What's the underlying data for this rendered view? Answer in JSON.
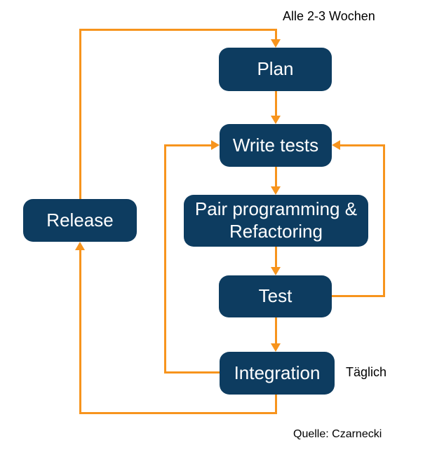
{
  "diagram": {
    "type": "flowchart",
    "nodes": [
      {
        "id": "plan",
        "label": "Plan"
      },
      {
        "id": "write-tests",
        "label": "Write tests"
      },
      {
        "id": "pair",
        "label": "Pair programming & Refactoring"
      },
      {
        "id": "test",
        "label": "Test"
      },
      {
        "id": "integration",
        "label": "Integration"
      },
      {
        "id": "release",
        "label": "Release"
      }
    ],
    "edges": [
      {
        "from": "plan",
        "to": "write-tests"
      },
      {
        "from": "write-tests",
        "to": "pair"
      },
      {
        "from": "pair",
        "to": "test"
      },
      {
        "from": "test",
        "to": "integration"
      },
      {
        "from": "test",
        "to": "write-tests"
      },
      {
        "from": "integration",
        "to": "write-tests"
      },
      {
        "from": "integration",
        "to": "release"
      },
      {
        "from": "release",
        "to": "plan"
      }
    ],
    "notes": {
      "cycle": "Alle 2-3 Wochen",
      "daily": "Täglich",
      "source": "Quelle: Czarnecki"
    },
    "colors": {
      "node_fill": "#0d3c60",
      "arrow": "#f7941d",
      "node_text": "#ffffff",
      "label_text": "#000000"
    }
  }
}
